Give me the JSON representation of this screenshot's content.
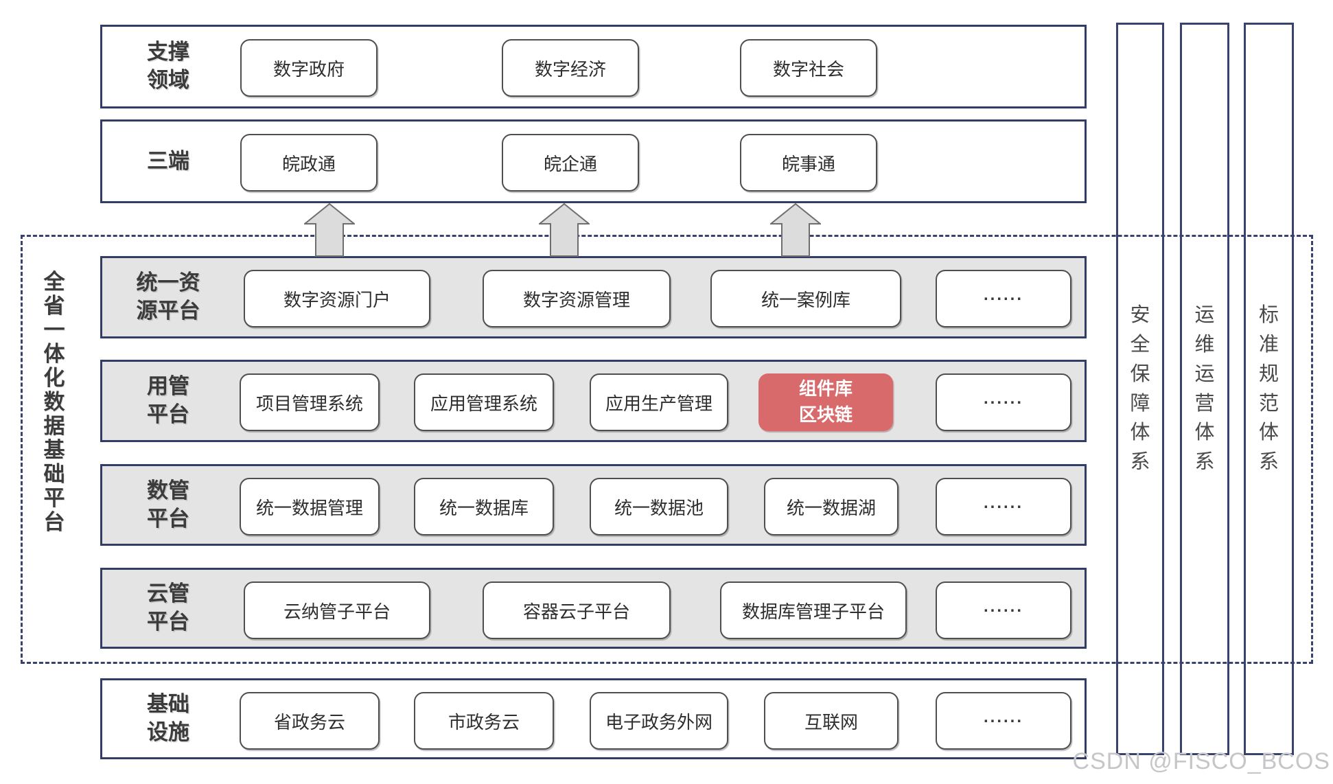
{
  "support_row": {
    "label_lines": [
      "支撑",
      "领域"
    ],
    "boxes": [
      "数字政府",
      "数字经济",
      "数字社会"
    ]
  },
  "terminals_row": {
    "label_lines": [
      "三端"
    ],
    "boxes": [
      "皖政通",
      "皖企通",
      "皖事通"
    ]
  },
  "platform": {
    "side_title": "全省一体化数据基础平台",
    "rows": [
      {
        "label_lines": [
          "统一资",
          "源平台"
        ],
        "boxes": [
          "数字资源门户",
          "数字资源管理",
          "统一案例库"
        ]
      },
      {
        "label_lines": [
          "用管",
          "平台"
        ],
        "boxes": [
          "项目管理系统",
          "应用管理系统",
          "应用生产管理"
        ],
        "highlight_lines": [
          "组件库",
          "区块链"
        ]
      },
      {
        "label_lines": [
          "数管",
          "平台"
        ],
        "boxes": [
          "统一数据管理",
          "统一数据库",
          "统一数据池",
          "统一数据湖"
        ]
      },
      {
        "label_lines": [
          "云管",
          "平台"
        ],
        "boxes": [
          "云纳管子平台",
          "容器云子平台",
          "数据库管理子平台"
        ]
      }
    ]
  },
  "infra_row": {
    "label_lines": [
      "基础",
      "设施"
    ],
    "boxes": [
      "省政务云",
      "市政务云",
      "电子政务外网",
      "互联网"
    ]
  },
  "side_systems": [
    {
      "title": "安全保障体系"
    },
    {
      "title": "运维运营体系"
    },
    {
      "title": "标准规范体系"
    }
  ],
  "ellipsis": "......",
  "watermark": "CSDN @FISCO_BCOS",
  "colors": {
    "frame_navy": "#323c64",
    "dashed_navy": "#39426e",
    "row_gray_fill": "#e4e4e5",
    "highlight_red": "#d96a6c",
    "arrow_gray": "#dcdcdd",
    "box_border_gray": "#4e4e4e"
  }
}
